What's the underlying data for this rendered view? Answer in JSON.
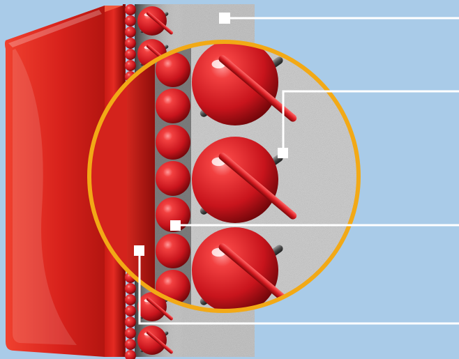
{
  "colors": {
    "background": "#a9cbe8",
    "panel_red": "#d8221c",
    "panel_red_dark": "#8e0d0a",
    "sphere_red": "#e0232a",
    "coating_gray": "#b8b8b8",
    "magnifier_ring": "#f2a916",
    "leader_line": "#ffffff",
    "callout_marker": "#ffffff"
  },
  "labels": [],
  "icons": {
    "panel": "red-layered-panel",
    "small_beads": "bead-column",
    "large_spheres": "sphere-with-cross",
    "magnifier": "zoom-circle",
    "callouts": "square-marker"
  }
}
